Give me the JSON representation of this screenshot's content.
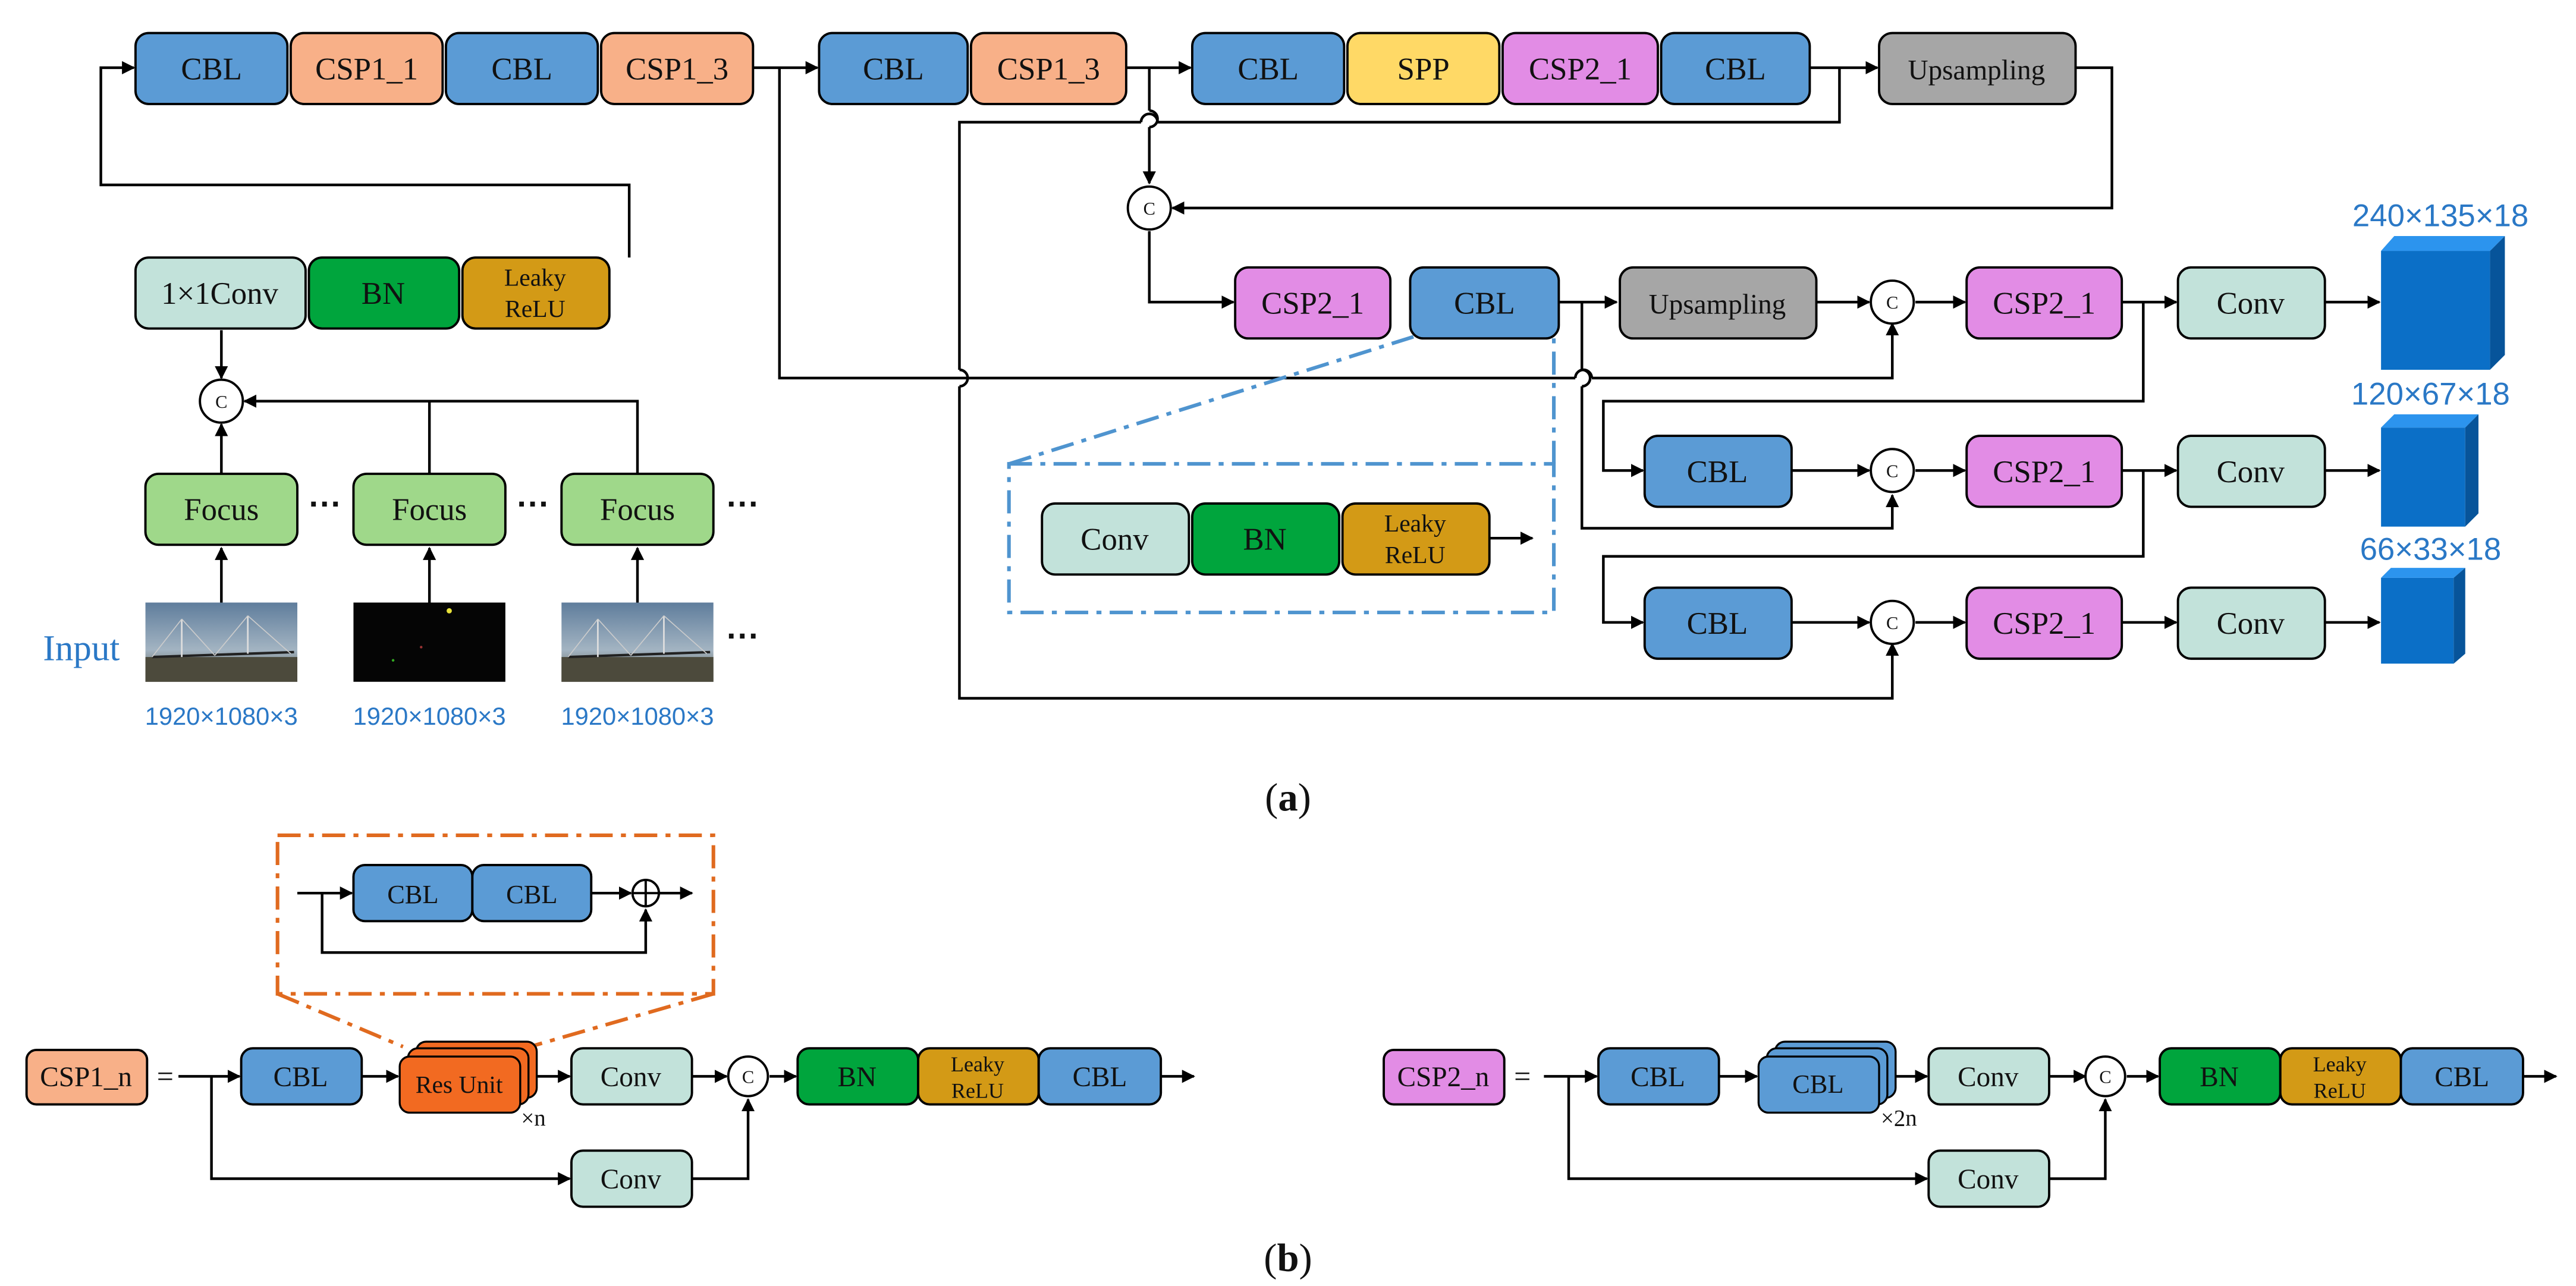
{
  "colors": {
    "cbl": "#5b9bd5",
    "csp1": "#f8b088",
    "spp": "#ffd966",
    "csp2": "#e28ce5",
    "upsampling": "#a6a6a6",
    "conv": "#c2e2da",
    "bn": "#00a53d",
    "leaky": "#d39a16",
    "focus": "#9fd88a",
    "resunit": "#f26a21",
    "output_cube": "#0b6fc7",
    "zoom_blue": "#4f94cf",
    "zoom_orange": "#e06a1f"
  },
  "labels": {
    "cbl": "CBL",
    "csp1_1": "CSP1_1",
    "csp1_3": "CSP1_3",
    "spp": "SPP",
    "csp2_1": "CSP2_1",
    "upsampling": "Upsampling",
    "conv1x1": "1×1Conv",
    "bn": "BN",
    "leaky_l1": "Leaky",
    "leaky_l2": "ReLU",
    "focus": "Focus",
    "conv": "Conv",
    "concat": "C",
    "ellipsis": "···",
    "res_unit": "Res Unit",
    "csp1_n": "CSP1_n",
    "csp2_n": "CSP2_n",
    "equals": "=",
    "times_n": "×n",
    "times_2n": "×2n",
    "input": "Input"
  },
  "input_sizes": [
    "1920×1080×3",
    "1920×1080×3",
    "1920×1080×3"
  ],
  "outputs": [
    "240×135×18",
    "120×67×18",
    "66×33×18"
  ],
  "captions": {
    "a": "(a)",
    "b": "(b)"
  }
}
